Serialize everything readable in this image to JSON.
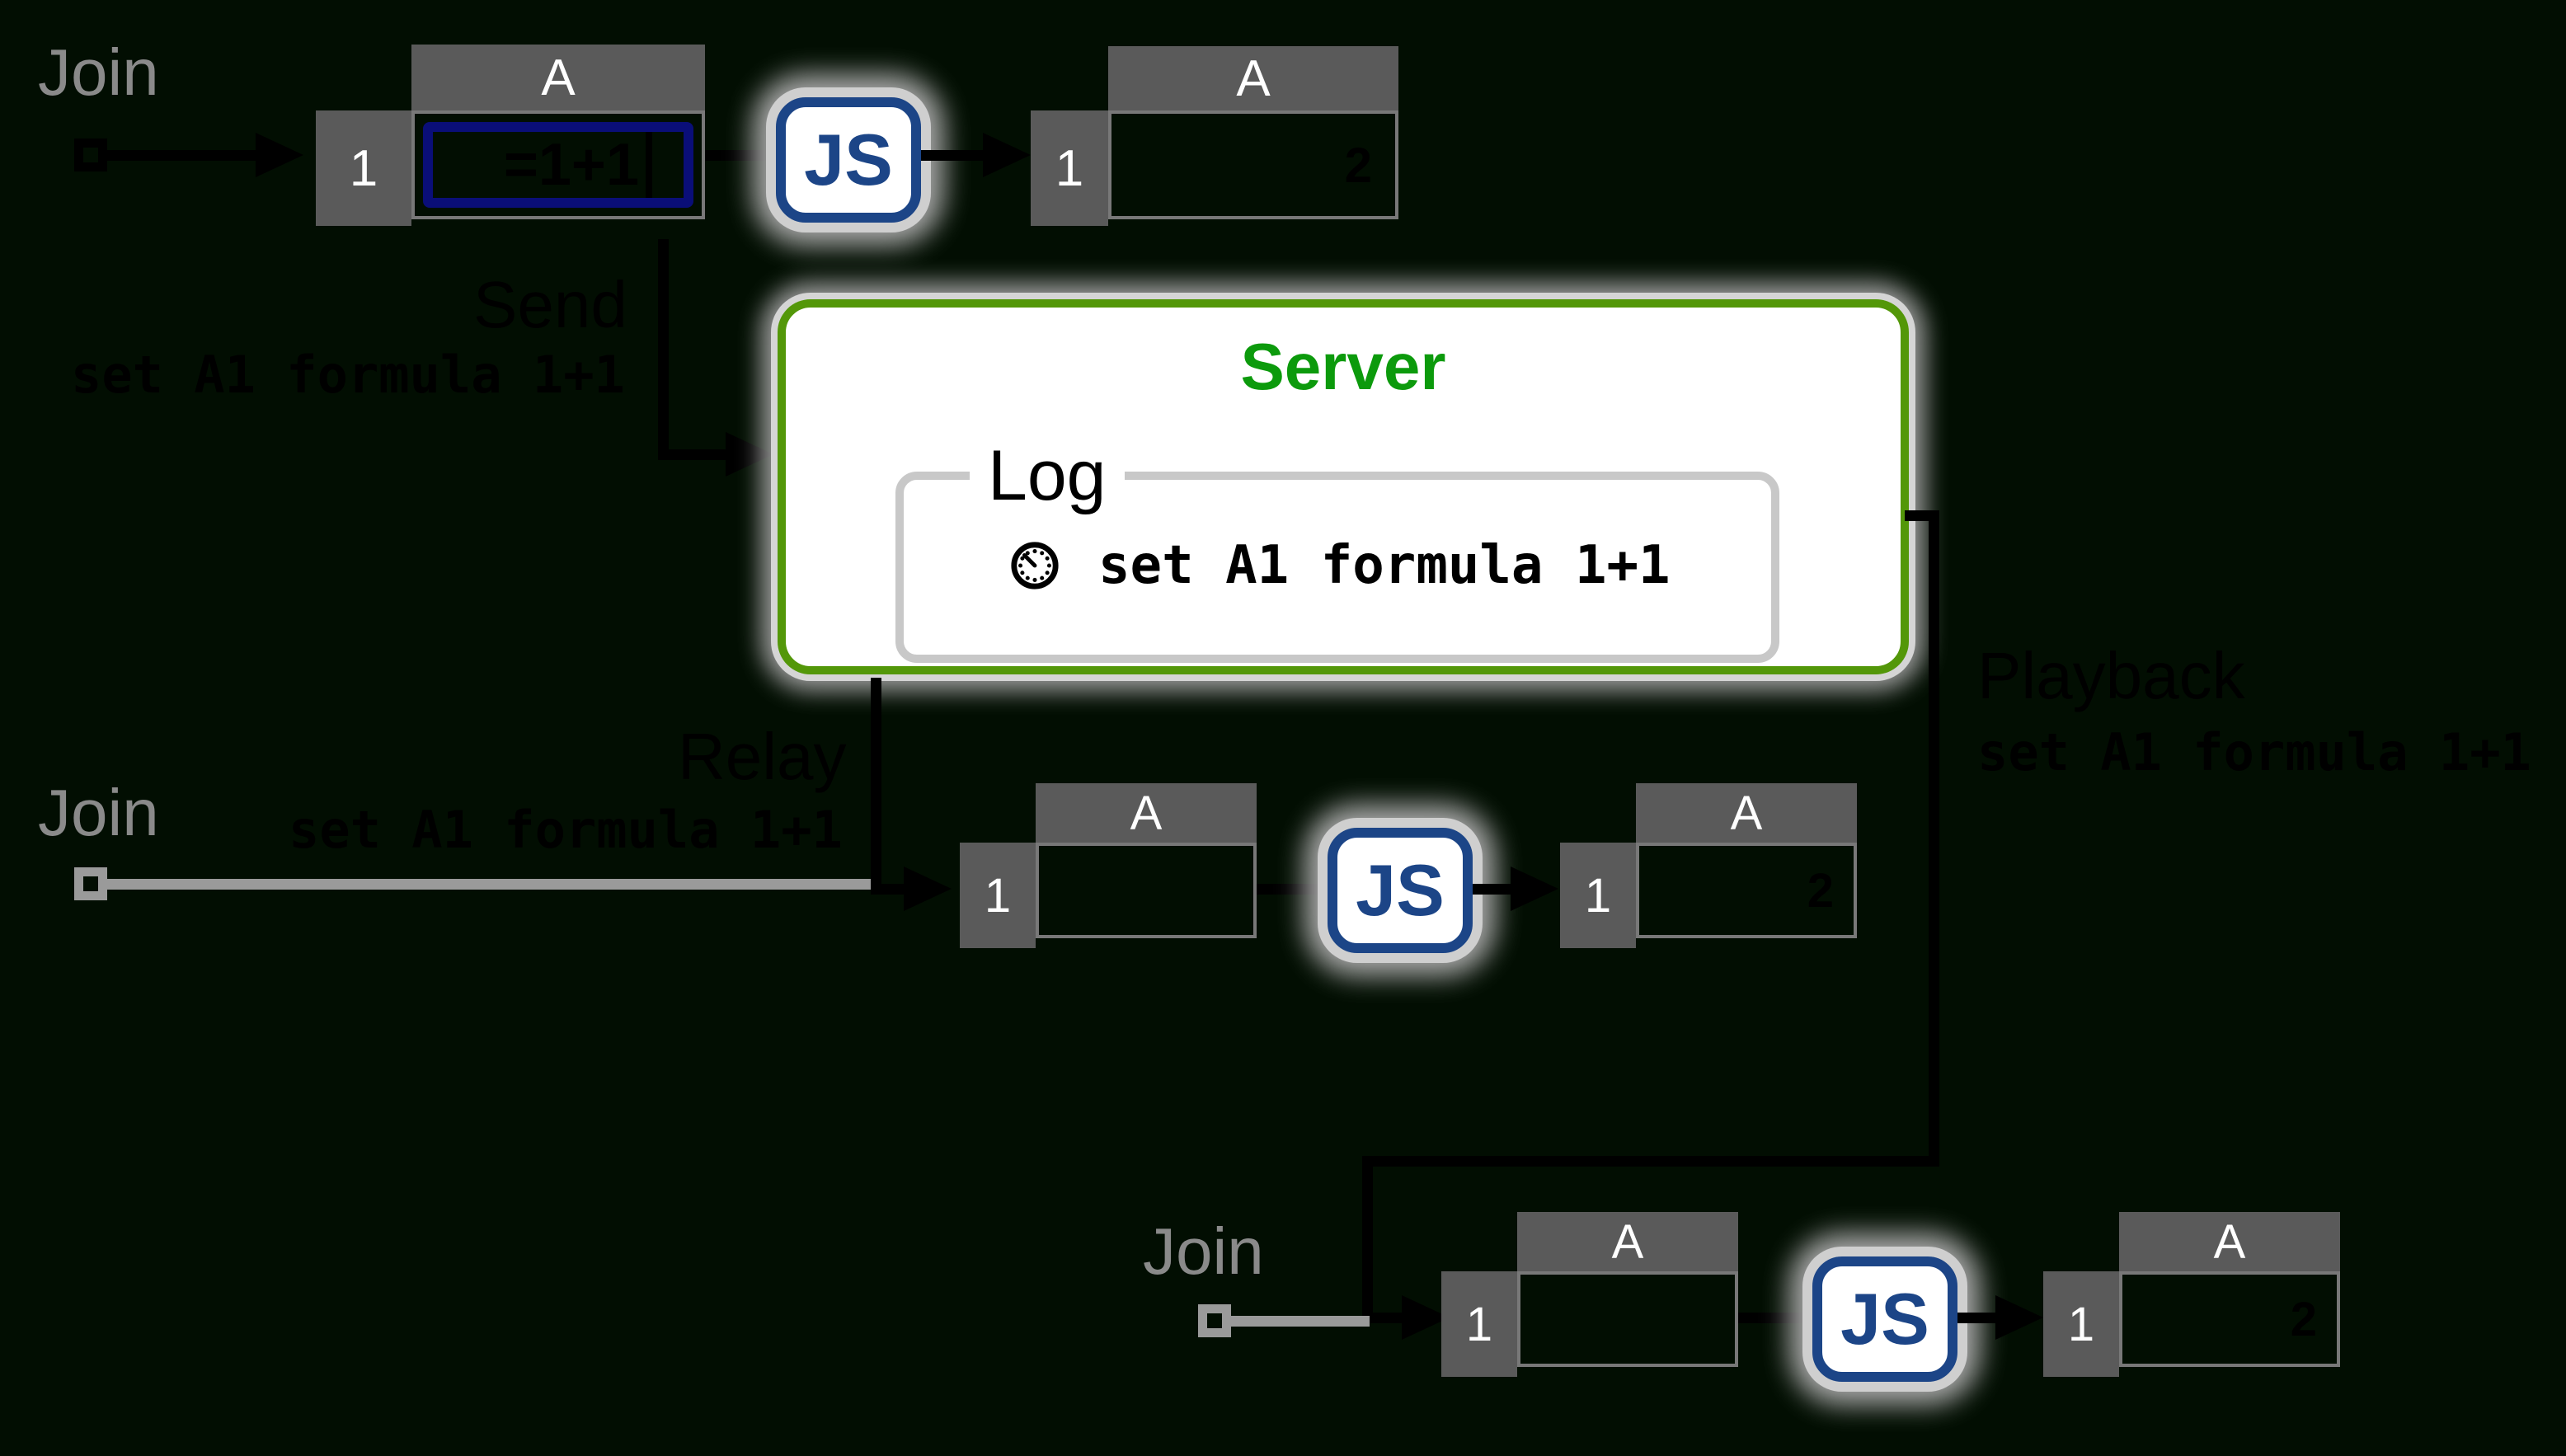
{
  "labels": {
    "join": "Join",
    "send": "Send",
    "relay": "Relay",
    "playback": "Playback"
  },
  "command": "set A1 formula 1+1",
  "server": {
    "title": "Server",
    "log_legend": "Log",
    "log_entry": "set A1 formula 1+1",
    "clock_icon": "clock-icon"
  },
  "spreadsheet": {
    "column_header": "A",
    "row_header": "1",
    "formula": "=1+1",
    "result": "2"
  },
  "js_module": {
    "label": "JS"
  },
  "colors": {
    "background": "#020e02",
    "server_border_green": "#539709",
    "server_title_green": "#0c9a0c",
    "js_navy": "#1c4587",
    "cell_highlight_navy": "#0a0e78",
    "header_gray": "#5a5a5a",
    "line_gray": "#9a9a9a",
    "label_gray": "#8a8a8a",
    "log_border_gray": "#c8c8c8",
    "arrow_black": "#000000"
  }
}
